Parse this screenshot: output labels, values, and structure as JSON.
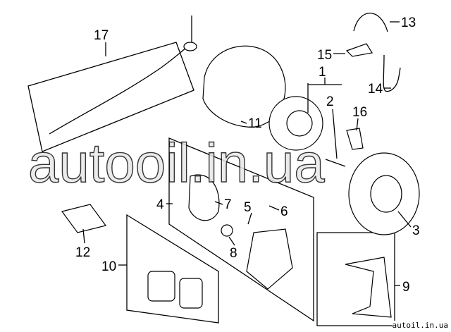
{
  "diagram": {
    "callouts": [
      "1",
      "2",
      "3",
      "4",
      "5",
      "6",
      "7",
      "8",
      "9",
      "10",
      "11",
      "12",
      "13",
      "14",
      "15",
      "16",
      "17"
    ]
  },
  "watermark": "autooil.in.ua",
  "footer_text": "autoil.in.ua"
}
